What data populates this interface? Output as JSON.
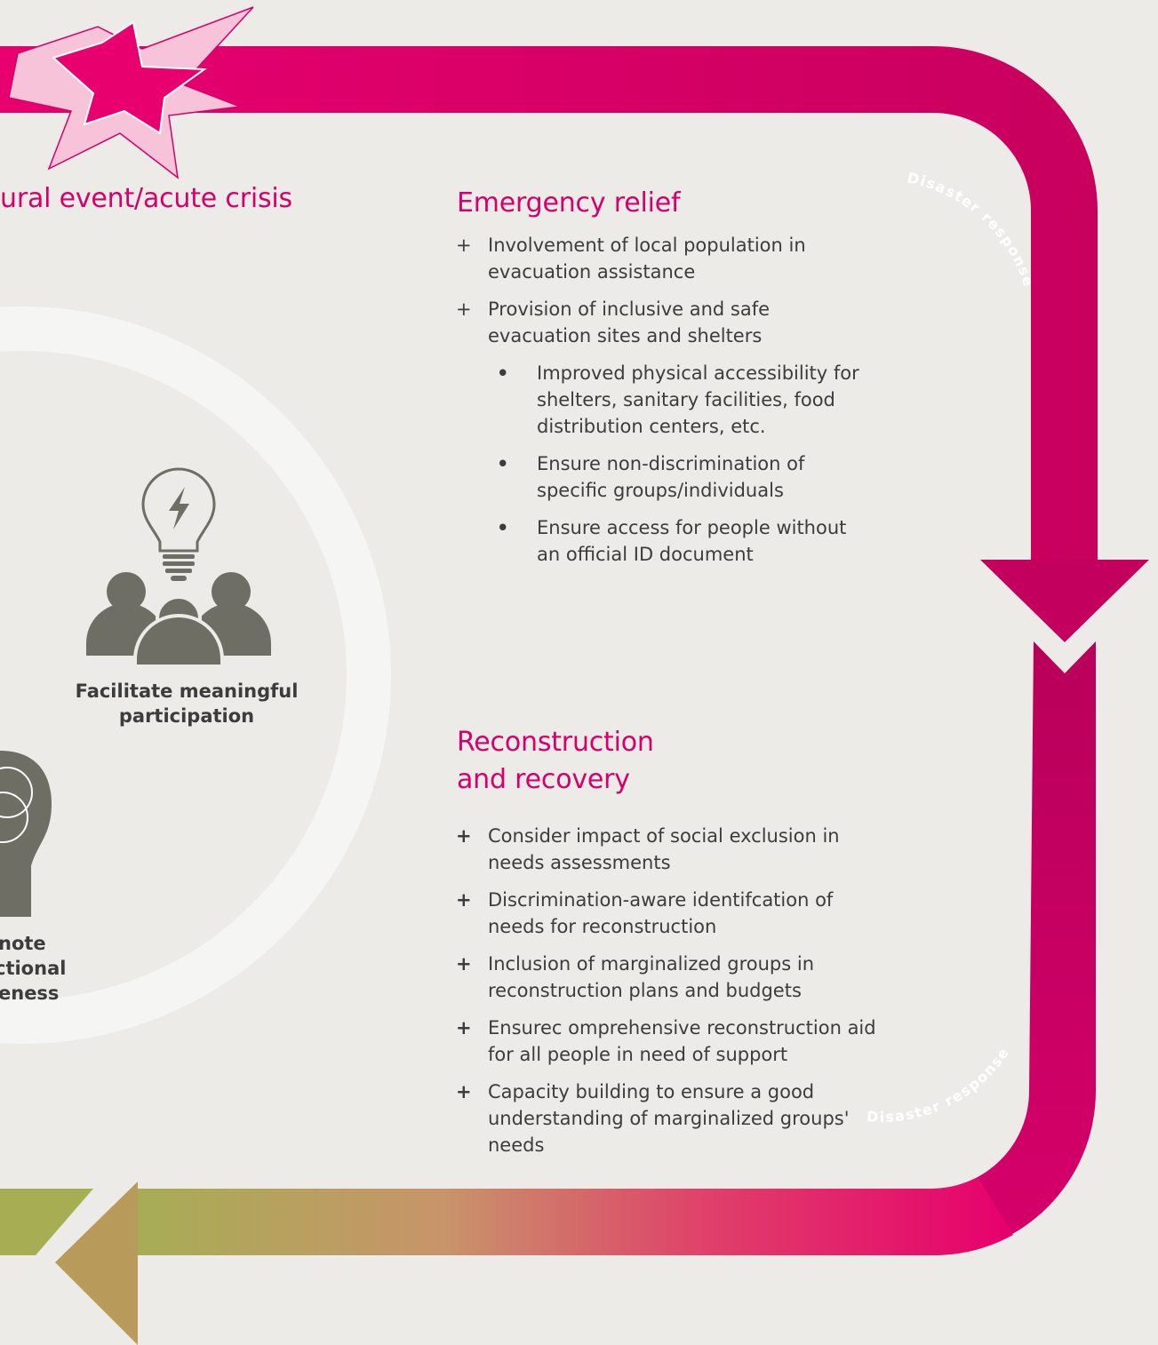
{
  "event_title": "ural event/acute crisis",
  "emergency": {
    "title": "Emergency relief",
    "items": [
      {
        "marker": "+",
        "text": "Involvement of local population in evacuation assistance",
        "level": 1
      },
      {
        "marker": "+",
        "text": "Provision of inclusive and safe evacuation sites and shelters",
        "level": 1
      },
      {
        "marker": "•",
        "text": "Improved physical accessibility for shelters, sanitary facilities, food distribution centers, etc.",
        "level": 2
      },
      {
        "marker": "•",
        "text": "Ensure non-discrimination of specific groups/individuals",
        "level": 2
      },
      {
        "marker": "•",
        "text": "Ensure access for people without an official ID document",
        "level": 2
      }
    ]
  },
  "reconstruction": {
    "title_line1": "Reconstruction",
    "title_line2": "and recovery",
    "items": [
      {
        "marker": "+",
        "text": "Consider impact of social exclusion in needs assessments"
      },
      {
        "marker": "+",
        "text": "Discrimination-aware identifcation of needs for reconstruction"
      },
      {
        "marker": "+",
        "text": "Inclusion of marginalized groups in reconstruction plans and budgets"
      },
      {
        "marker": "+",
        "text": "Ensurec omprehensive reconstruction aid for all people in need of support"
      },
      {
        "marker": "+",
        "text": "Capacity building to ensure a good understanding of marginalized groups' needs"
      }
    ]
  },
  "participation": {
    "caption_line1": "Facilitate meaningful",
    "caption_line2": "participation",
    "icon": "people-lightbulb-icon"
  },
  "awareness": {
    "caption_line1": "note",
    "caption_line2": "ctional",
    "caption_line3": "eness",
    "icon": "head-venn-icon"
  },
  "arrow_labels": {
    "top": "Disaster response",
    "bottom": "Disaster response"
  },
  "colors": {
    "background": "#ecebe7",
    "magenta": "#d6006a",
    "dark_magenta": "#b8005a",
    "icon_grey": "#6e6e64",
    "green": "#9fb24e",
    "tan": "#b79a5c"
  }
}
